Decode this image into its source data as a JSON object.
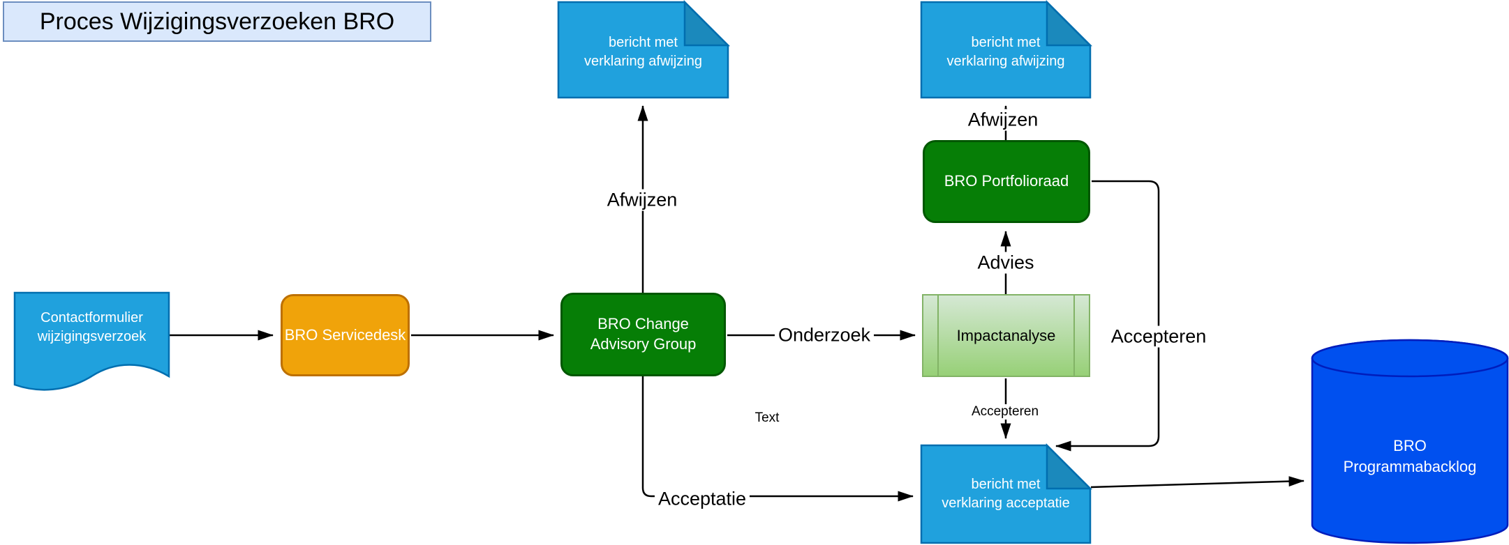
{
  "diagram": {
    "title": "Proces Wijzigingsverzoeken BRO",
    "nodes": {
      "contact_form": "Contactformulier\nwijzigingsverzoek",
      "servicedesk": "BRO Servicedesk",
      "change_advisory_group": "BRO Change\nAdvisory Group",
      "impactanalyse": "Impactanalyse",
      "portfolioraad": "BRO Portfolioraad",
      "note_rejection_left": "bericht met\nverklaring afwijzing",
      "note_rejection_right": "bericht met\nverklaring afwijzing",
      "note_acceptance": "bericht met\nverklaring acceptatie",
      "program_backlog": "BRO\nProgrammabacklog"
    },
    "edge_labels": {
      "afwijzen_left": "Afwijzen",
      "afwijzen_right": "Afwijzen",
      "onderzoek": "Onderzoek",
      "advies": "Advies",
      "accepteren_loop": "Accepteren",
      "accepteren_small": "Accepteren",
      "acceptatie": "Acceptatie",
      "free_text": "Text"
    },
    "colors": {
      "note_fill": "#20a1dd",
      "note_stroke": "#006eaf",
      "amber_fill": "#f0a30a",
      "amber_stroke": "#bd7000",
      "green_fill": "#067e06",
      "green_stroke": "#005700",
      "subprocess_fill_top": "#d5e8d4",
      "subprocess_fill_bottom": "#97d077",
      "subprocess_stroke": "#82b366",
      "database_fill": "#0050ef",
      "database_stroke": "#001dbc",
      "title_fill": "#dae8fc",
      "title_stroke": "#6c8ebf",
      "connector": "#000000"
    }
  }
}
